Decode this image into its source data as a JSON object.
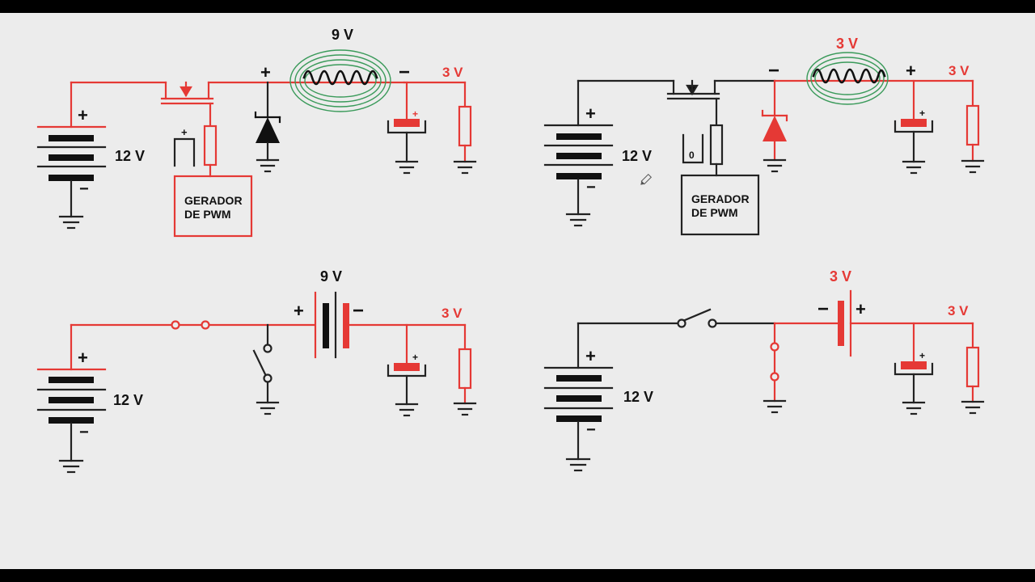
{
  "colors": {
    "active": "#e53935",
    "wire": "#222222",
    "coil_field": "#3a9a5a",
    "background": "#ececec",
    "frame": "#000000"
  },
  "icons": [
    "battery-icon",
    "ground-icon",
    "mosfet-icon",
    "diode-icon",
    "inductor-icon",
    "capacitor-icon",
    "resistor-icon",
    "switch-icon",
    "pencil-icon"
  ],
  "panels": {
    "top_left": {
      "supply": "12 V",
      "coil": "9 V",
      "out": "3 V",
      "box_line1": "GERADOR",
      "box_line2": "DE PWM"
    },
    "top_right": {
      "supply": "12 V",
      "coil": "3 V",
      "out": "3 V",
      "box_line1": "GERADOR",
      "box_line2": "DE PWM",
      "pwm_level": "0"
    },
    "bottom_left": {
      "supply": "12 V",
      "coil": "9 V",
      "out": "3 V"
    },
    "bottom_right": {
      "supply": "12 V",
      "coil": "3 V",
      "out": "3 V"
    }
  },
  "signs": {
    "plus": "+",
    "minus": "−",
    "minus_short": "-"
  }
}
